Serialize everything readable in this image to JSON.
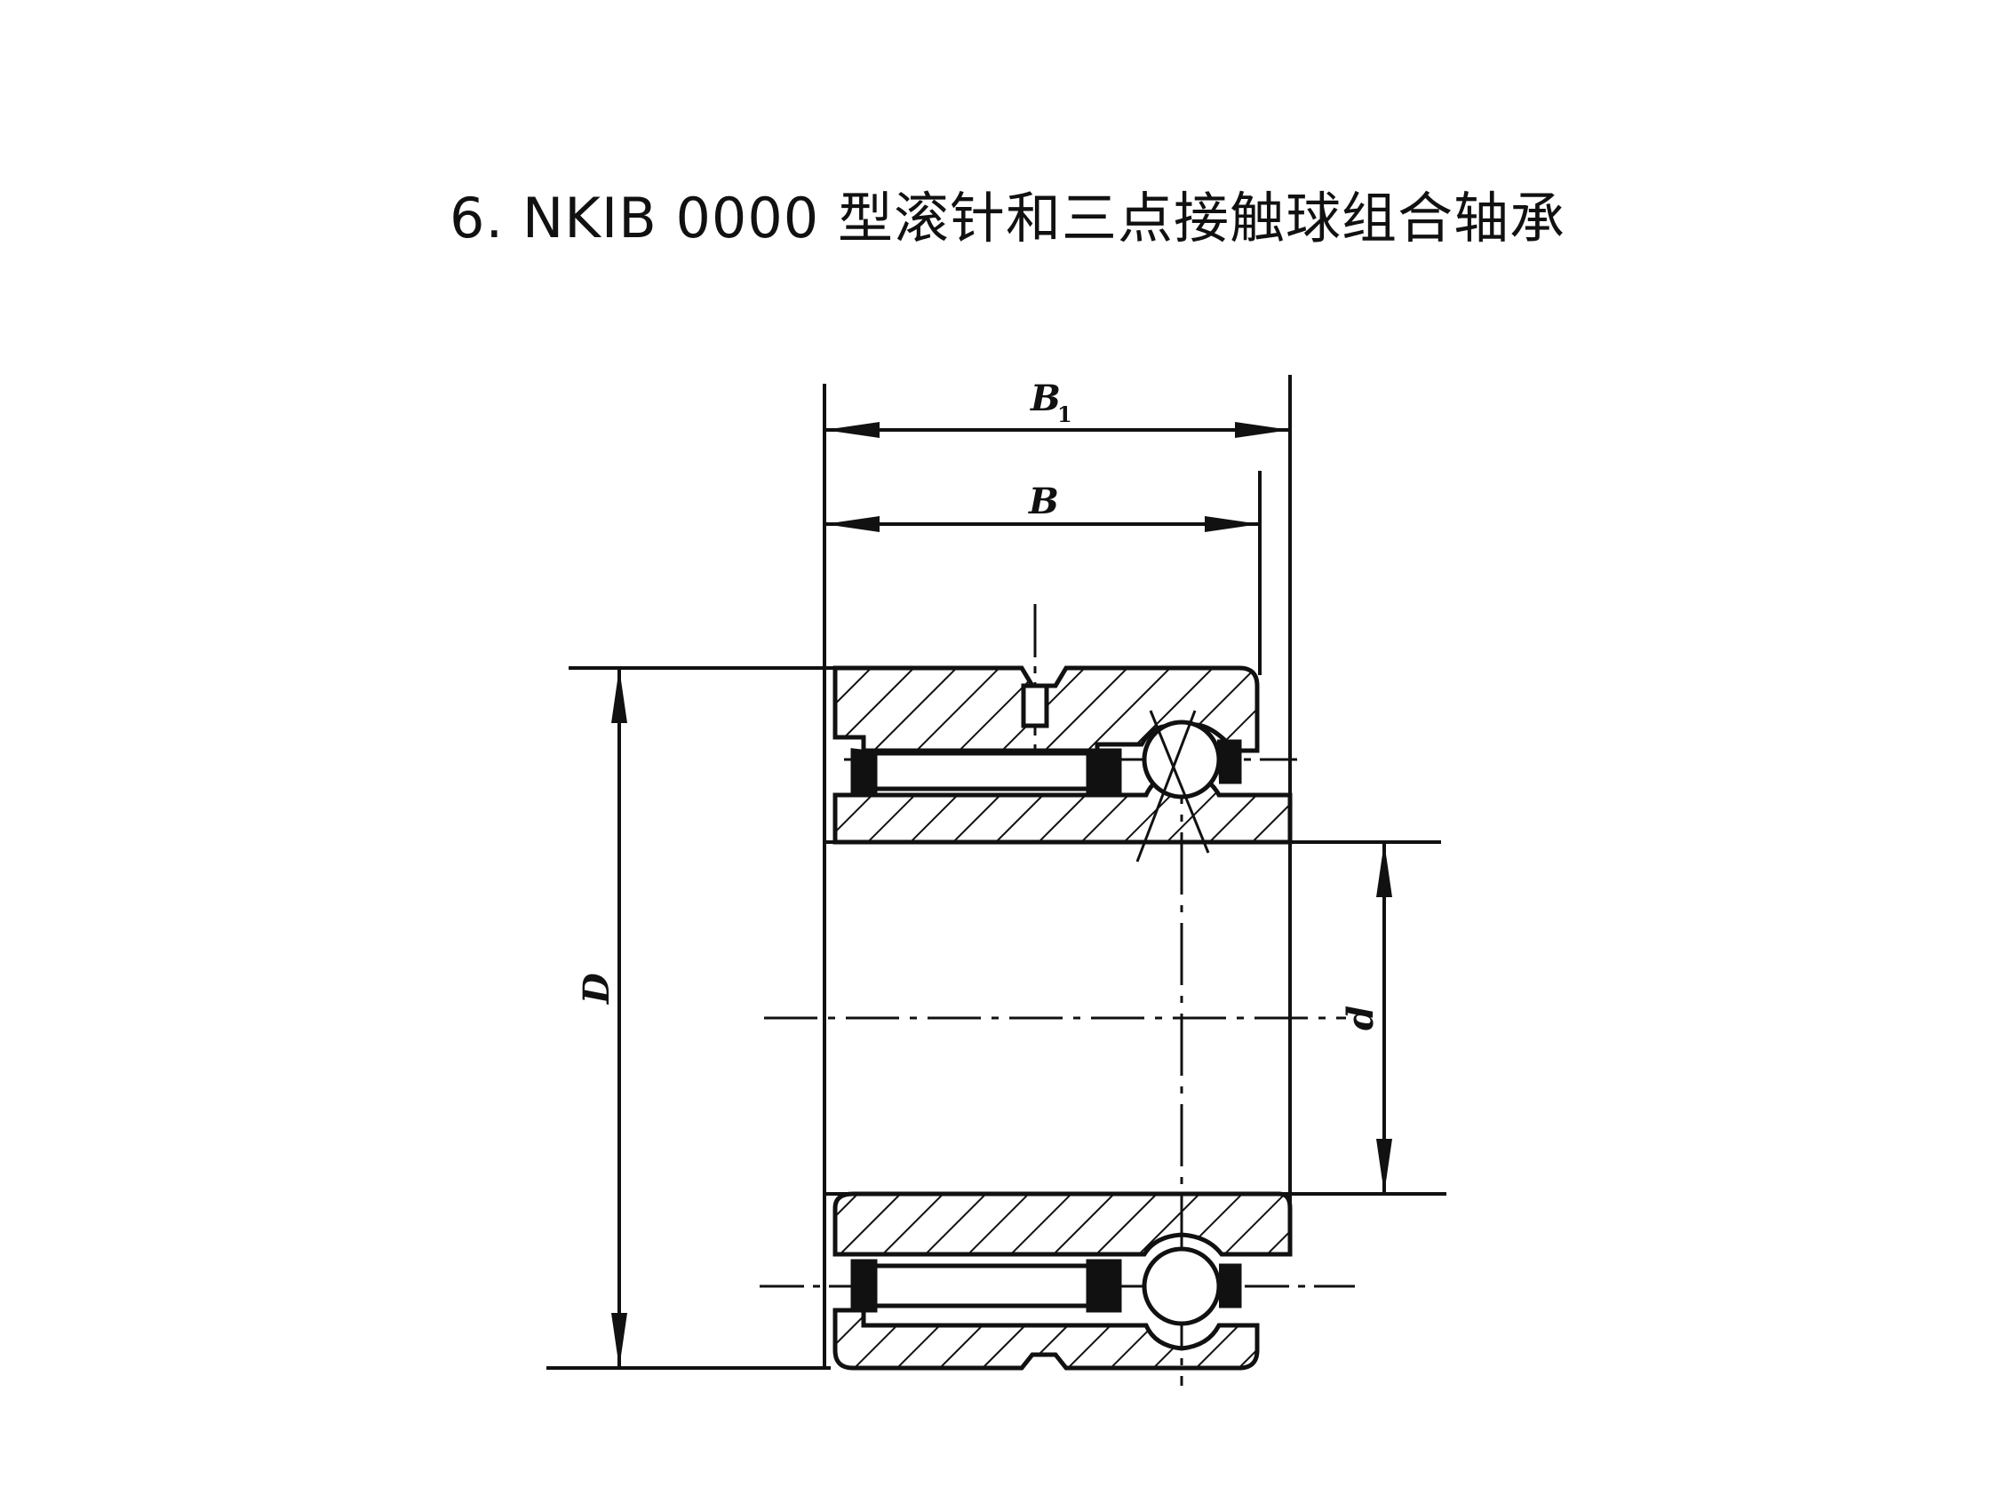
{
  "title": "6. NKIB 0000 型滚针和三点接触球组合轴承",
  "labels": {
    "B1_main": "B",
    "B1_sub": "1",
    "B": "B",
    "D": "D",
    "d": "d"
  },
  "colors": {
    "ink": "#111111",
    "background": "#ffffff"
  }
}
